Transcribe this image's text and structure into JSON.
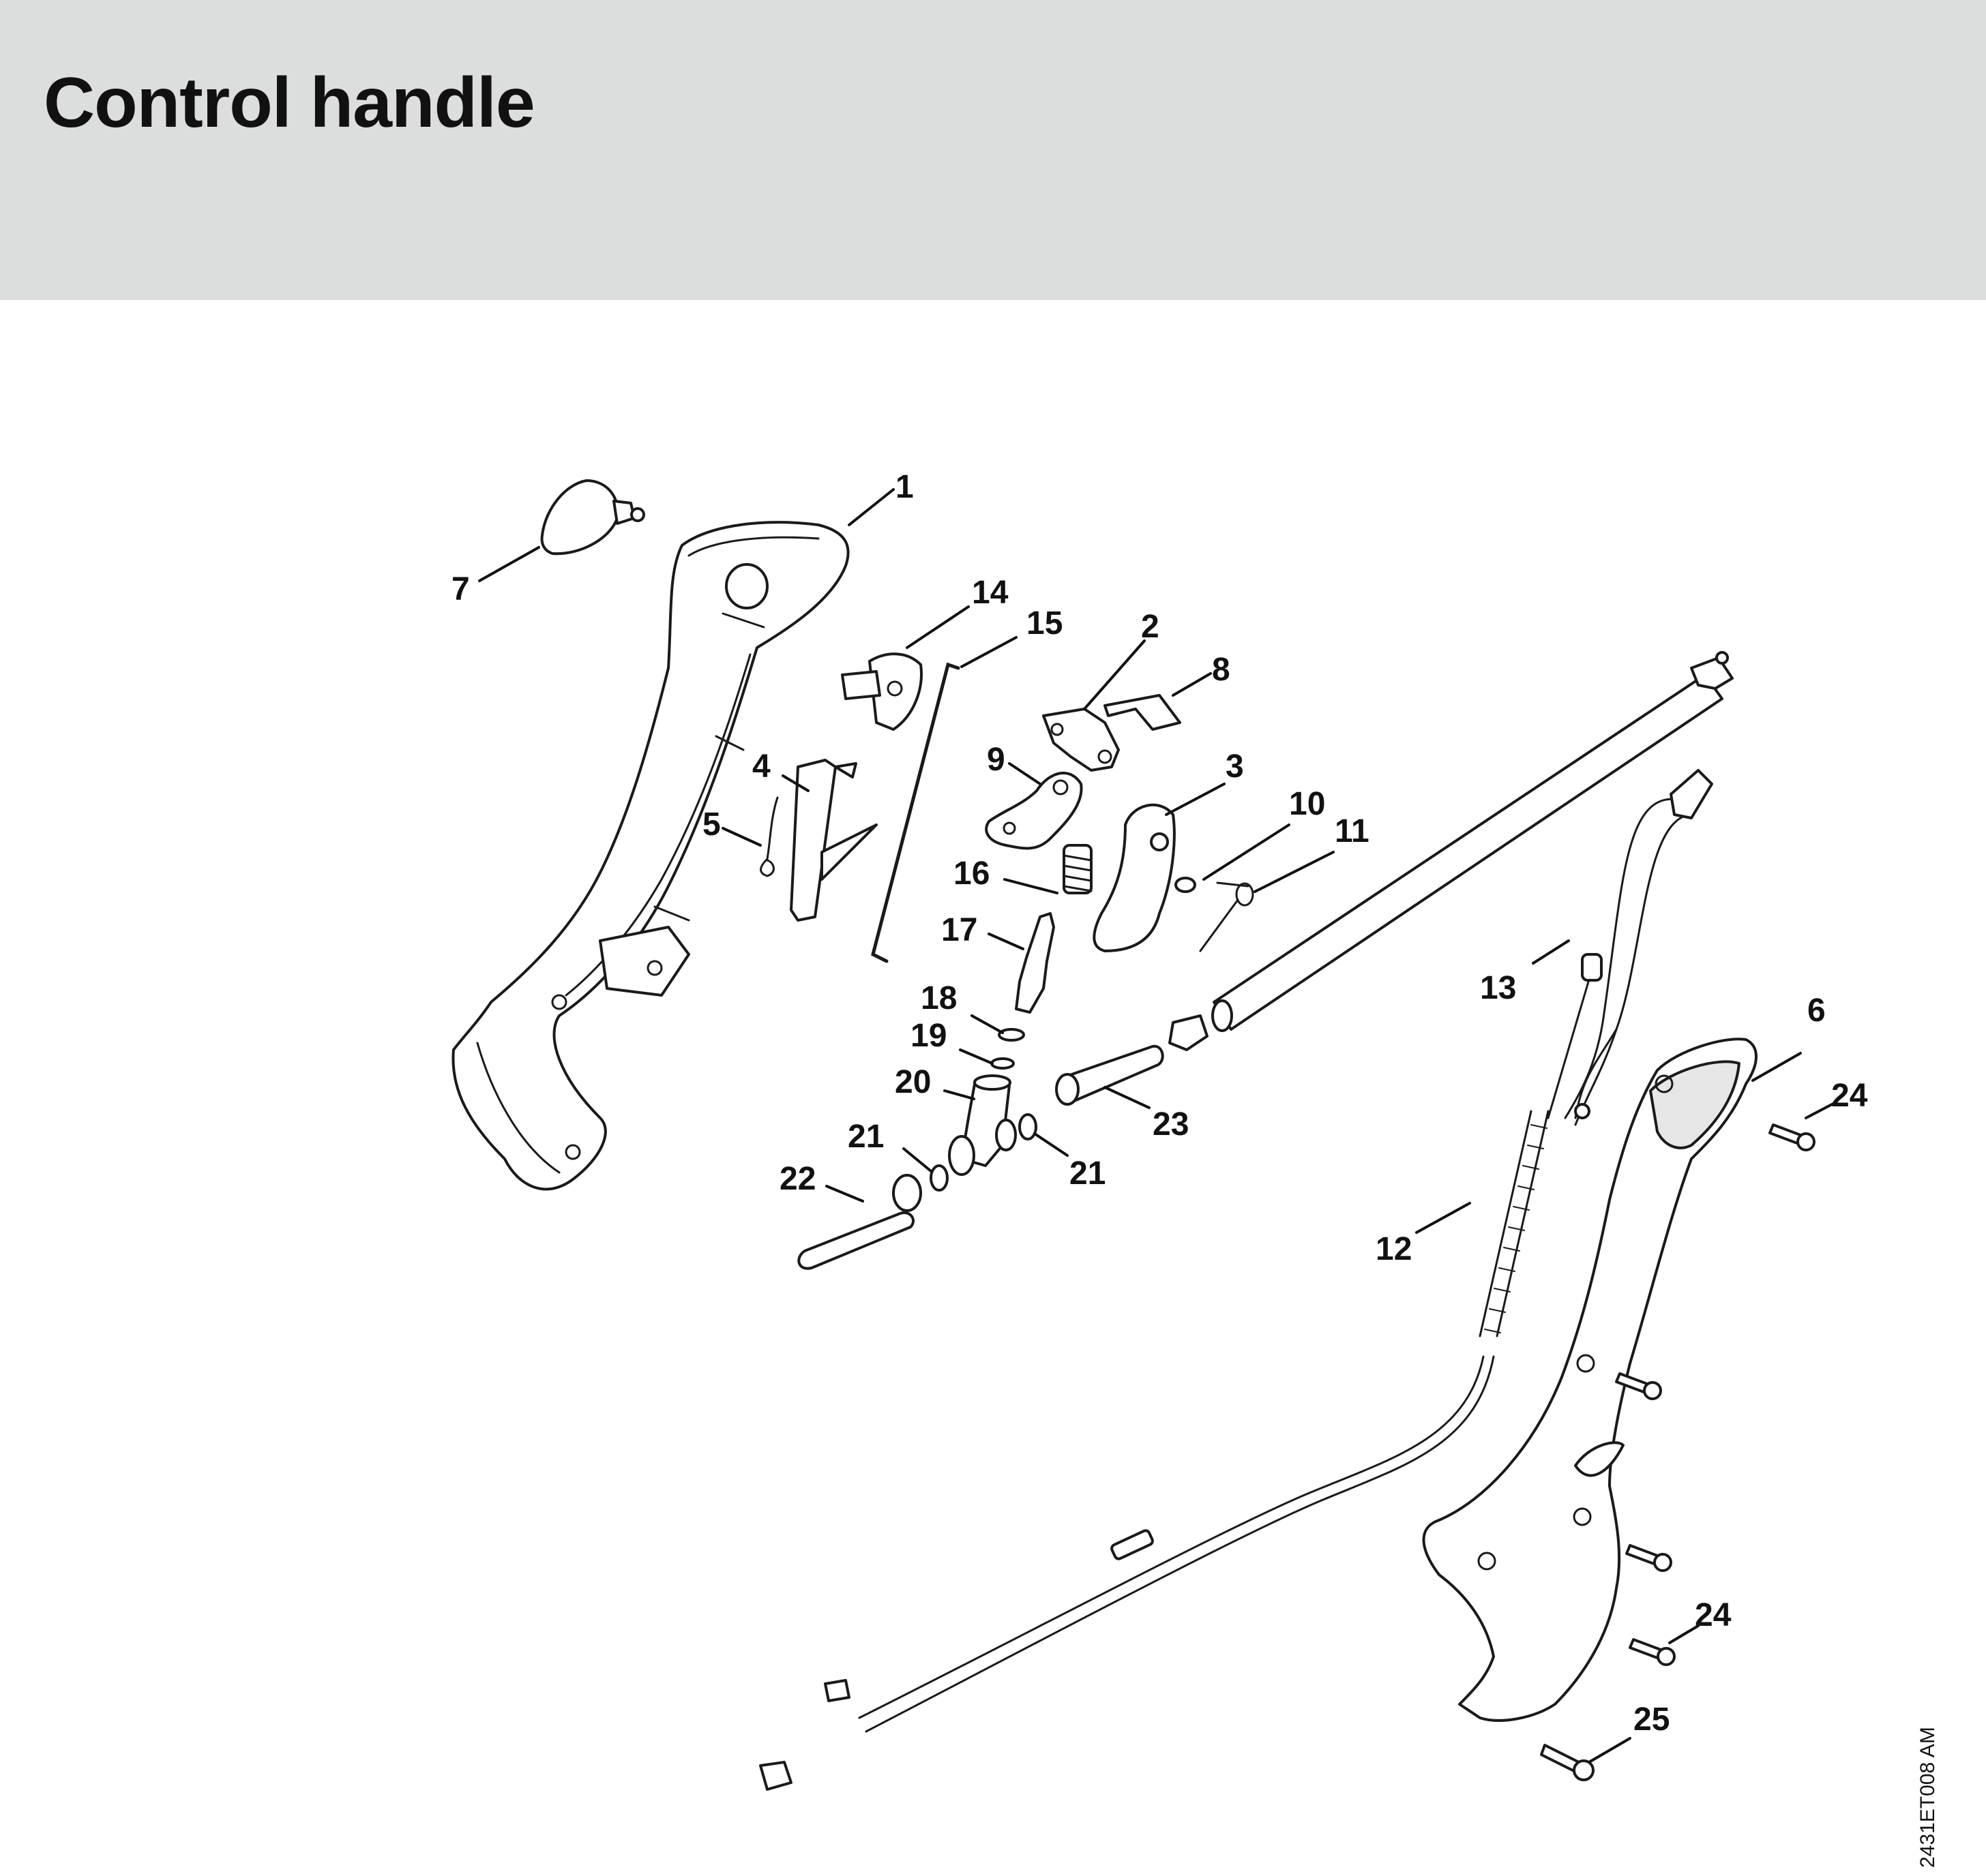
{
  "header": {
    "title": "Control handle"
  },
  "drawing_code": "2431ET008 AM",
  "colors": {
    "header_bg": "#dcdddd",
    "line": "#1a1a1a",
    "text": "#111111"
  },
  "callouts": {
    "c1": "1",
    "c2": "2",
    "c3": "3",
    "c4": "4",
    "c5": "5",
    "c6": "6",
    "c7": "7",
    "c8": "8",
    "c9": "9",
    "c10": "10",
    "c11": "11",
    "c12": "12",
    "c13": "13",
    "c14": "14",
    "c15": "15",
    "c16": "16",
    "c17": "17",
    "c18": "18",
    "c19": "19",
    "c20": "20",
    "c21a": "21",
    "c21b": "21",
    "c22": "22",
    "c23": "23",
    "c24a": "24",
    "c24b": "24",
    "c25": "25"
  }
}
